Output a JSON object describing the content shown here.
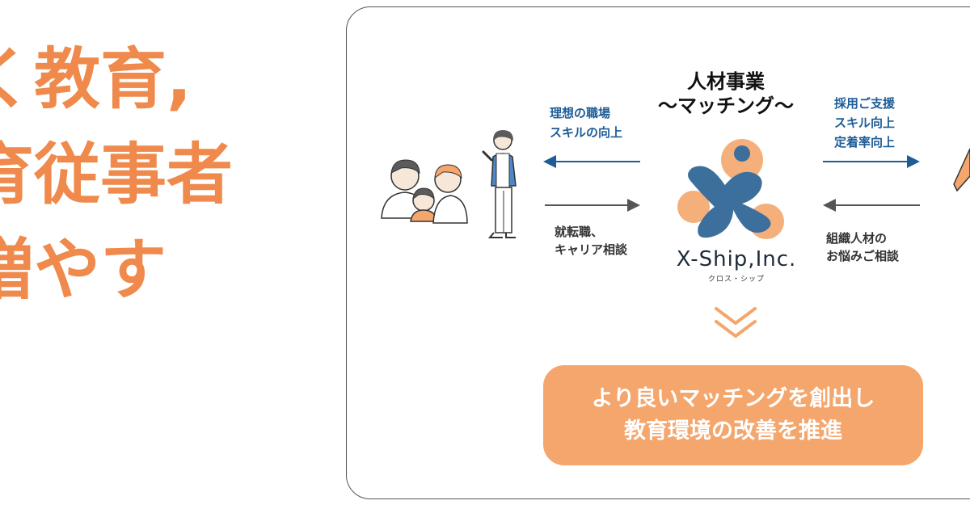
{
  "headline": {
    "line1": "く教育,",
    "line2": "育従事者",
    "line3": "増やす"
  },
  "diagram": {
    "center_title_line1": "人材事業",
    "center_title_line2": "〜マッチング〜",
    "left_top_line1": "理想の職場",
    "left_top_line2": "スキルの向上",
    "left_bottom_line1": "就転職、",
    "left_bottom_line2": "キャリア相談",
    "right_top_line1": "採用ご支援",
    "right_top_line2": "スキル向上",
    "right_top_line3": "定着率向上",
    "right_bottom_line1": "組織人材の",
    "right_bottom_line2": "お悩みご相談",
    "logo_name": "X-Ship,Inc.",
    "logo_kana": "クロス・シップ",
    "result_line1": "より良いマッチングを創出し",
    "result_line2": "教育環境の改善を推進"
  },
  "colors": {
    "orange": "#ef8a4c",
    "result_bg": "#f4a66c",
    "blue_arrow": "#1d5c97",
    "gray_arrow": "#555555",
    "logo_blue": "#3d6f9c"
  }
}
